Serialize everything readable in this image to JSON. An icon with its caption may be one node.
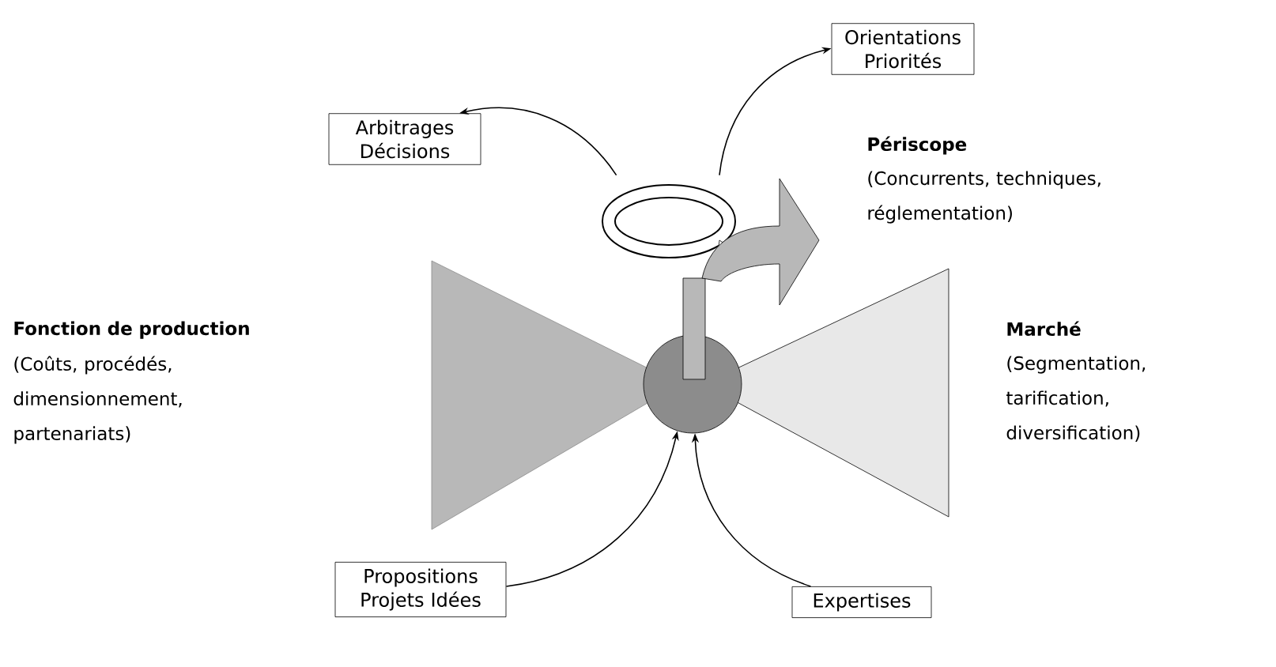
{
  "diagram": {
    "nodes": [
      {
        "text": [
          "Arbitrages Décisions"
        ]
      },
      {
        "text": [
          "Orientations Priorités"
        ]
      },
      {
        "text": [],
        "shape": "circle"
      },
      {
        "text": [
          "Propositions Projets Idées"
        ]
      },
      {
        "text": [
          "Expertises"
        ]
      },
      {
        "text": [],
        "shape": "picture"
      }
    ],
    "edges": [
      {
        "from": 5,
        "to": 0,
        "arrow": "to"
      },
      {
        "from": 5,
        "to": 1,
        "arrow": "to"
      },
      {
        "from": 3,
        "to": 2,
        "arrow": "to"
      },
      {
        "from": 4,
        "to": 2,
        "arrow": "to"
      }
    ],
    "labels": [
      "Périscope",
      "(Concurrents, techniques, réglementation)",
      "Fonction de production",
      "(Coûts, procédés, dimensionnement, partenariats)",
      "Marché",
      "(Segmentation, tarification, diversification)"
    ]
  }
}
